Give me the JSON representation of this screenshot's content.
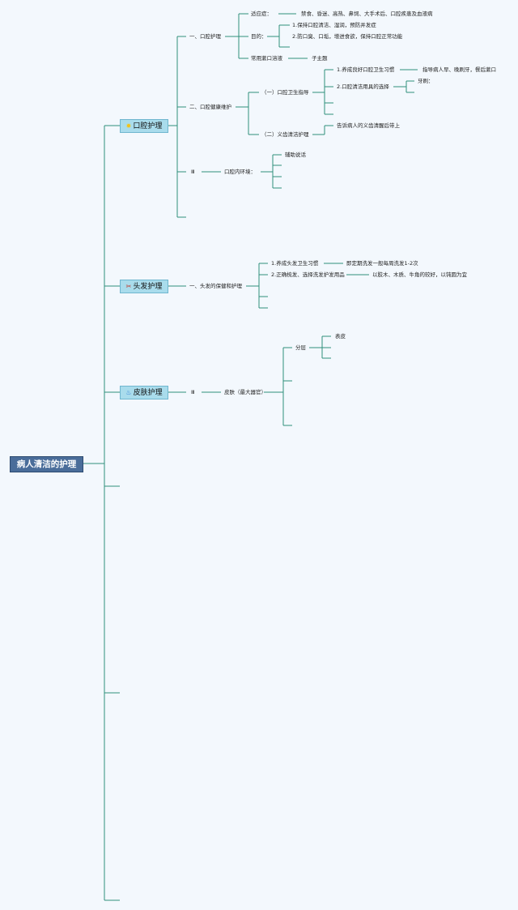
{
  "root": "病人清洁的护理",
  "categories": {
    "oral": {
      "label": "口腔护理",
      "icon": "sun-icon"
    },
    "hair": {
      "label": "头发护理",
      "icon": "scissors-icon"
    },
    "skin": {
      "label": "皮肤护理",
      "icon": "flame-icon"
    }
  },
  "oral": {
    "s1": "一、口腔护理",
    "indication_label": "适应症：",
    "indication_text": "禁食、昏迷、高热、鼻饲、大手术后、口腔疾患及血液病",
    "purpose_label": "目的：",
    "purpose_1": "1.保持口腔清洁、湿润，预防并发症",
    "purpose_2": "2.防口臭、口垢，增进食欲，保持口腔正常功能",
    "mouthwash_label": "常用漱口溶液",
    "mouthwash_value": "子主题",
    "s2": "二、口腔健康维护",
    "hygiene": "（一）口腔卫生指导",
    "habit": "1.养成良好口腔卫生习惯",
    "habit_detail": "指导病人早、晚刷牙，餐后漱口",
    "tools": "2.口腔清洁用具的选择",
    "toothbrush": "牙刷：",
    "denture": "（二）义齿清洁护理",
    "denture_detail": "告诉病人的义齿清醒后带上",
    "s3": "Ⅲ",
    "env": "口腔内环境：",
    "env_1": "辅助说话"
  },
  "hair": {
    "s1": "一、头发的保健和护理",
    "h1": "1.养成头发卫生习惯",
    "h1_detail": "即定期洗发一般每周洗发1-2次",
    "h2": "2.正确梳发、选择洗发护发用品",
    "h2_detail": "以胶木、木质、牛角的较好，以钝圆为宜"
  },
  "skin": {
    "s1": "Ⅲ",
    "organ": "皮肤（最大器官）",
    "layers": "分层",
    "layer_1": "表皮"
  }
}
